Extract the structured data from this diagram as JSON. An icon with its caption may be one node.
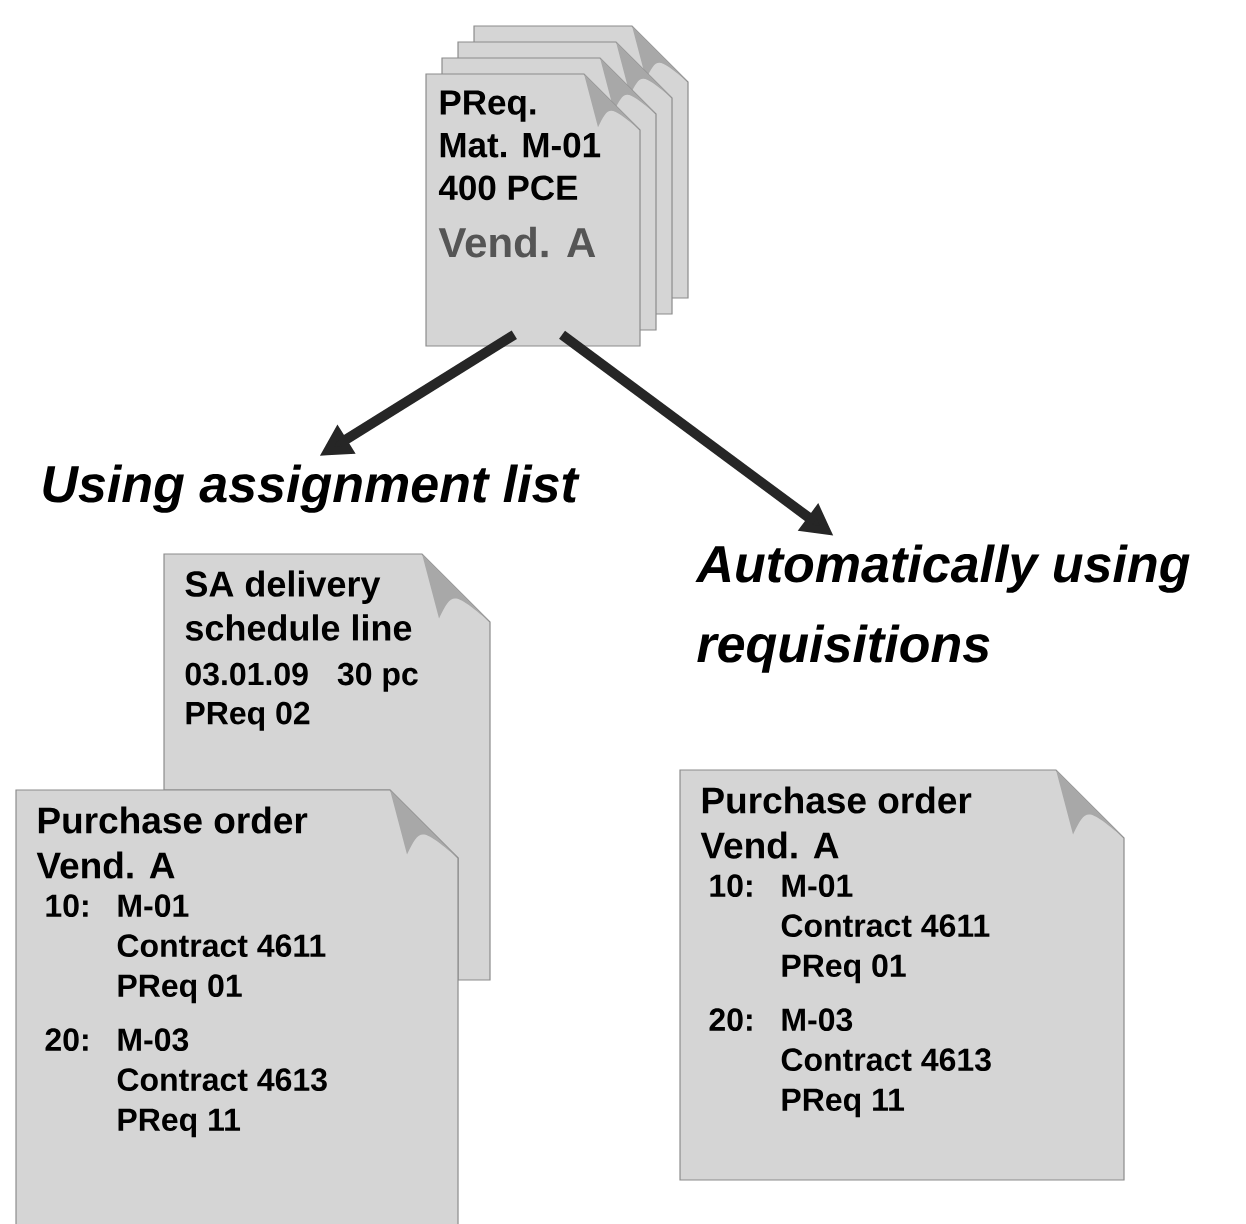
{
  "diagram": {
    "nodes": [
      {
        "text": [
          "PReq.",
          "Mat. M-01",
          "400 PCE",
          "Vend. A"
        ]
      },
      {
        "text": [
          "Using assignment list"
        ]
      },
      {
        "text": [
          "Automatically using requisitions"
        ]
      },
      {
        "text": [
          "SA delivery schedule line",
          "03.01.09",
          "30 pc",
          "PReq 02"
        ]
      },
      {
        "text": [
          "Purchase order Vend. A",
          "10:",
          "M-01",
          "Contract 4611",
          "PReq 01",
          "20:",
          "M-03",
          "Contract 4613",
          "PReq 11"
        ]
      },
      {
        "text": [
          "Purchase order Vend. A",
          "10:",
          "M-01",
          "Contract 4611",
          "PReq 01",
          "20:",
          "M-03",
          "Contract 4613",
          "PReq 11"
        ]
      }
    ],
    "edges": [
      {
        "from": 0,
        "to": 1,
        "arrow": "to"
      },
      {
        "from": 0,
        "to": 2,
        "arrow": "to"
      }
    ]
  }
}
